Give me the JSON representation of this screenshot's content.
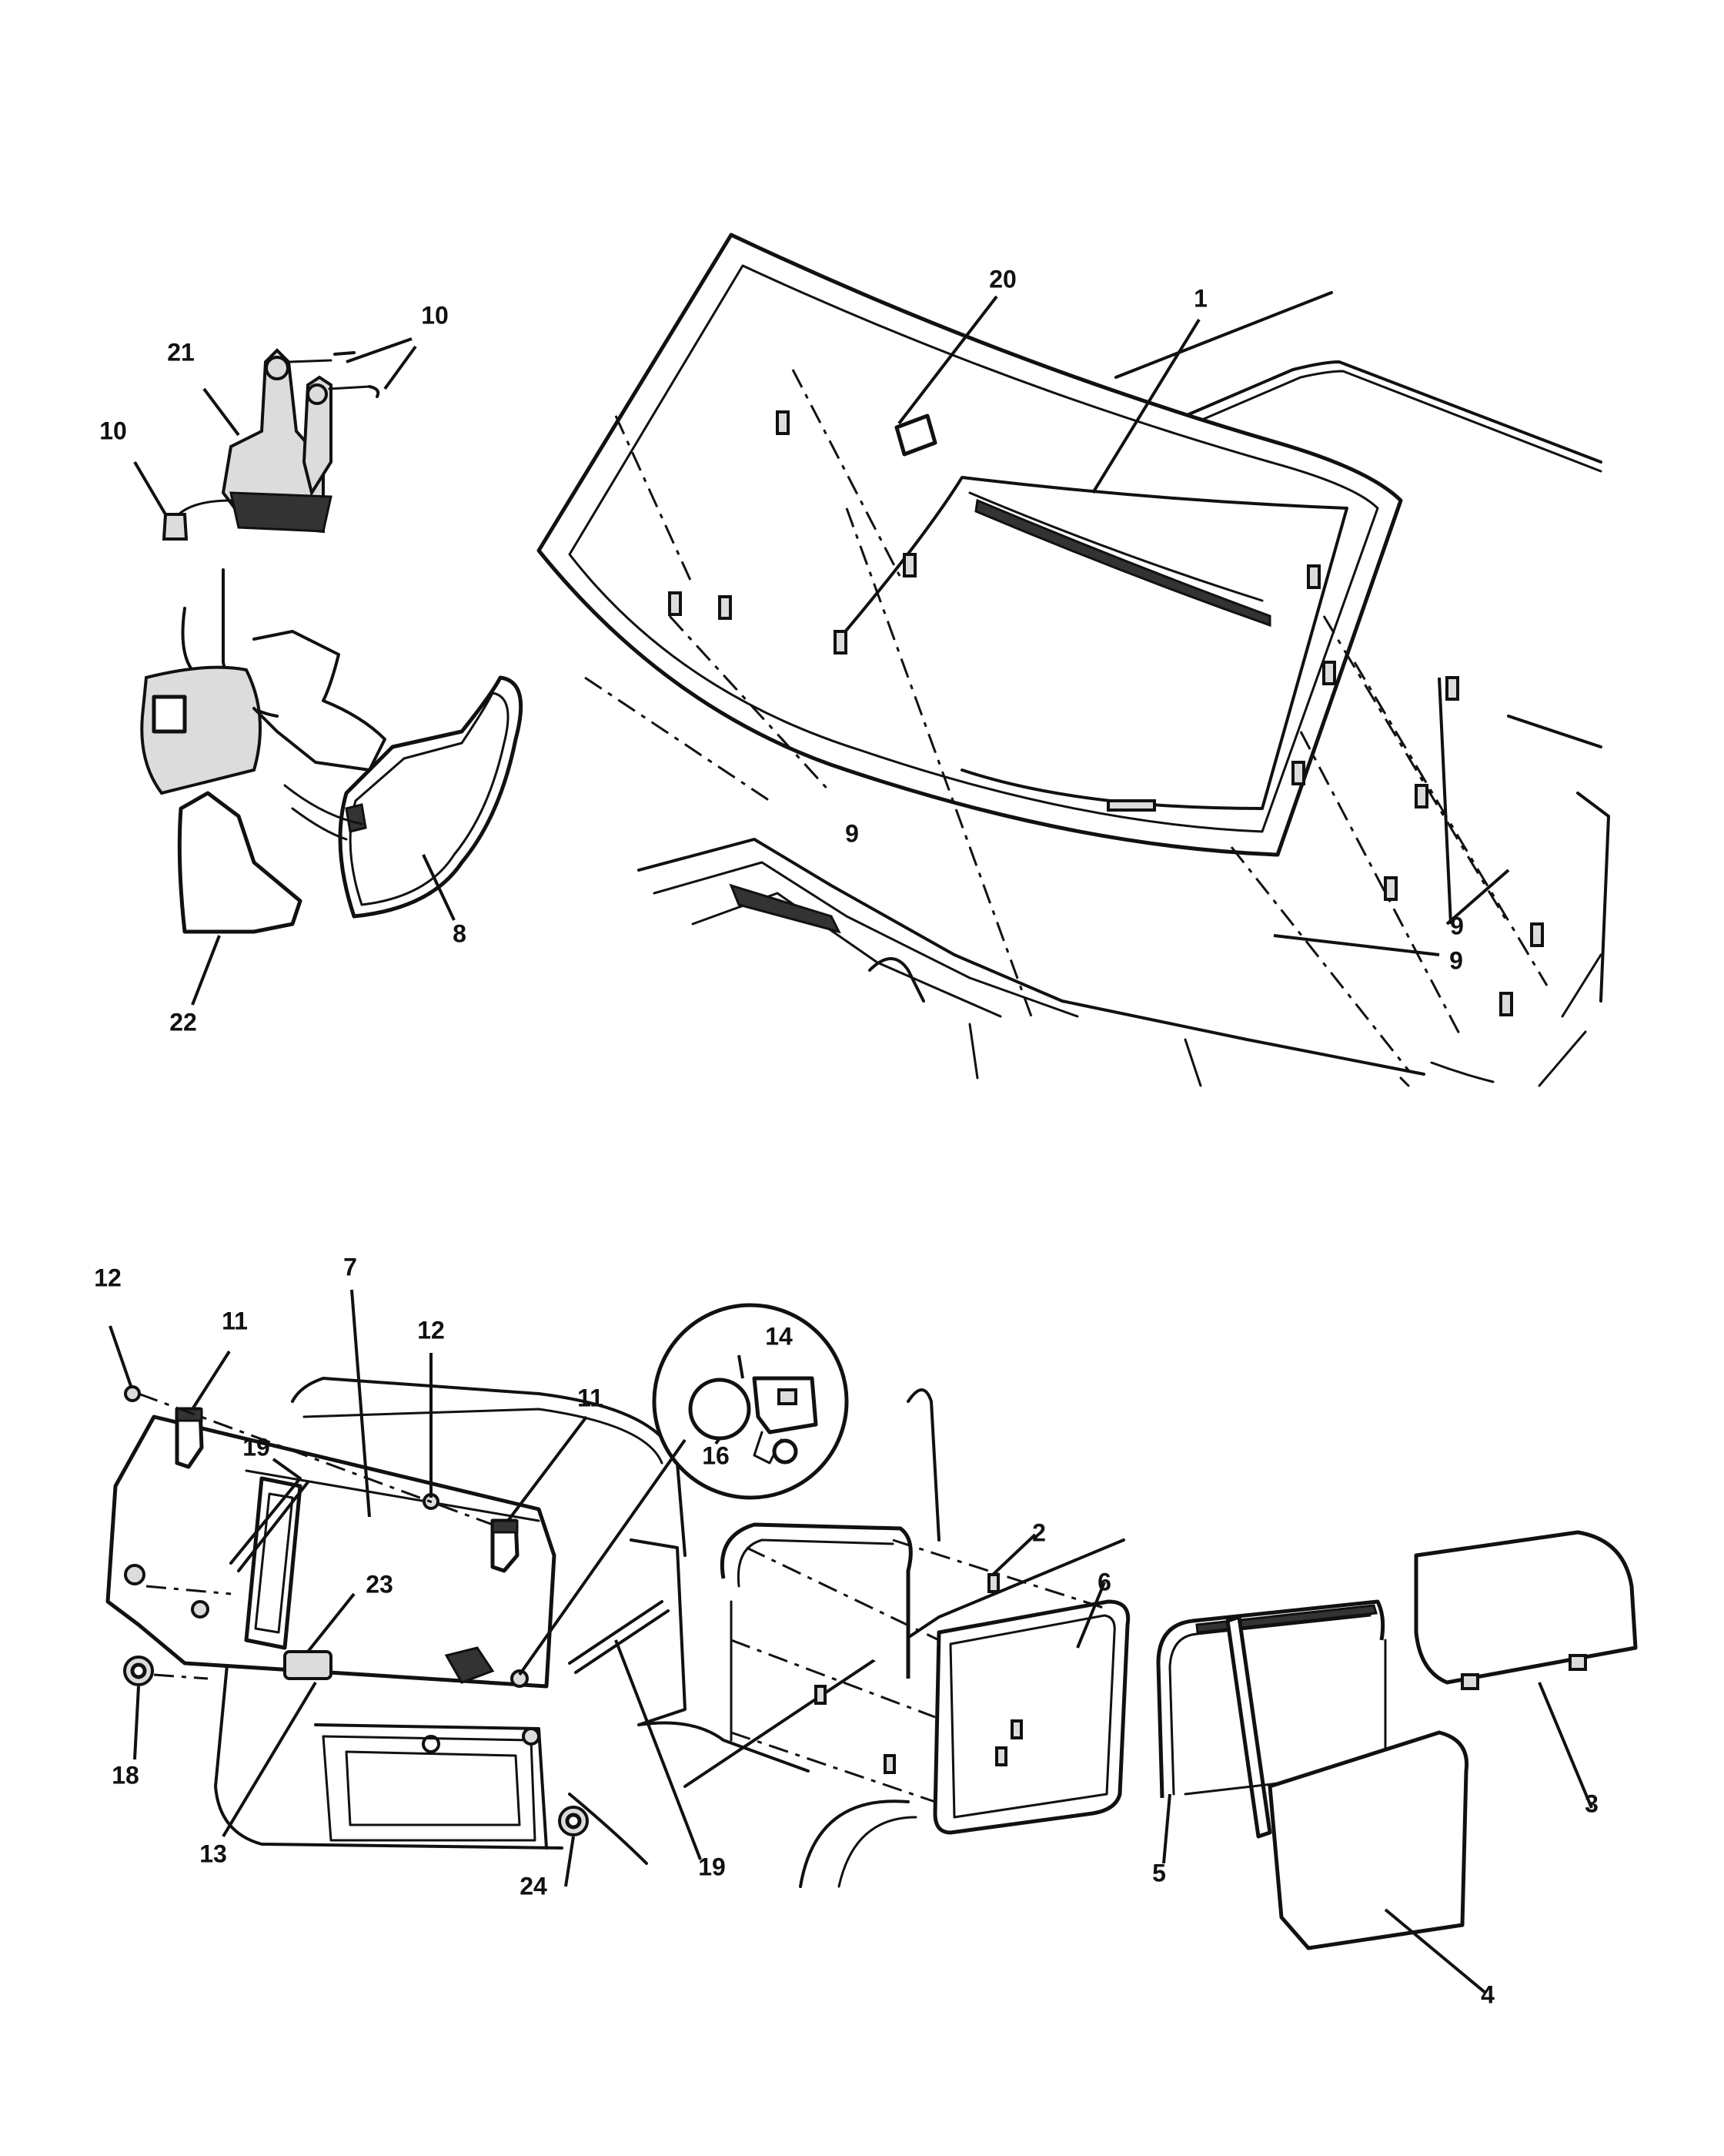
{
  "callouts": [
    {
      "id": "c20",
      "text": "20"
    },
    {
      "id": "c1",
      "text": "1"
    },
    {
      "id": "c10a",
      "text": "10"
    },
    {
      "id": "c21",
      "text": "21"
    },
    {
      "id": "c10b",
      "text": "10"
    },
    {
      "id": "c9a",
      "text": "9"
    },
    {
      "id": "c9b",
      "text": "9"
    },
    {
      "id": "c9c",
      "text": "9"
    },
    {
      "id": "c8",
      "text": "8"
    },
    {
      "id": "c22",
      "text": "22"
    },
    {
      "id": "c12a",
      "text": "12"
    },
    {
      "id": "c11a",
      "text": "11"
    },
    {
      "id": "c7",
      "text": "7"
    },
    {
      "id": "c12b",
      "text": "12"
    },
    {
      "id": "c11b",
      "text": "11"
    },
    {
      "id": "c19a",
      "text": "19"
    },
    {
      "id": "c14",
      "text": "14"
    },
    {
      "id": "c16",
      "text": "16"
    },
    {
      "id": "c23",
      "text": "23"
    },
    {
      "id": "c2",
      "text": "2"
    },
    {
      "id": "c6",
      "text": "6"
    },
    {
      "id": "c18",
      "text": "18"
    },
    {
      "id": "c13",
      "text": "13"
    },
    {
      "id": "c19b",
      "text": "19"
    },
    {
      "id": "c3",
      "text": "3"
    },
    {
      "id": "c5",
      "text": "5"
    },
    {
      "id": "c24",
      "text": "24"
    },
    {
      "id": "c4",
      "text": "4"
    }
  ]
}
